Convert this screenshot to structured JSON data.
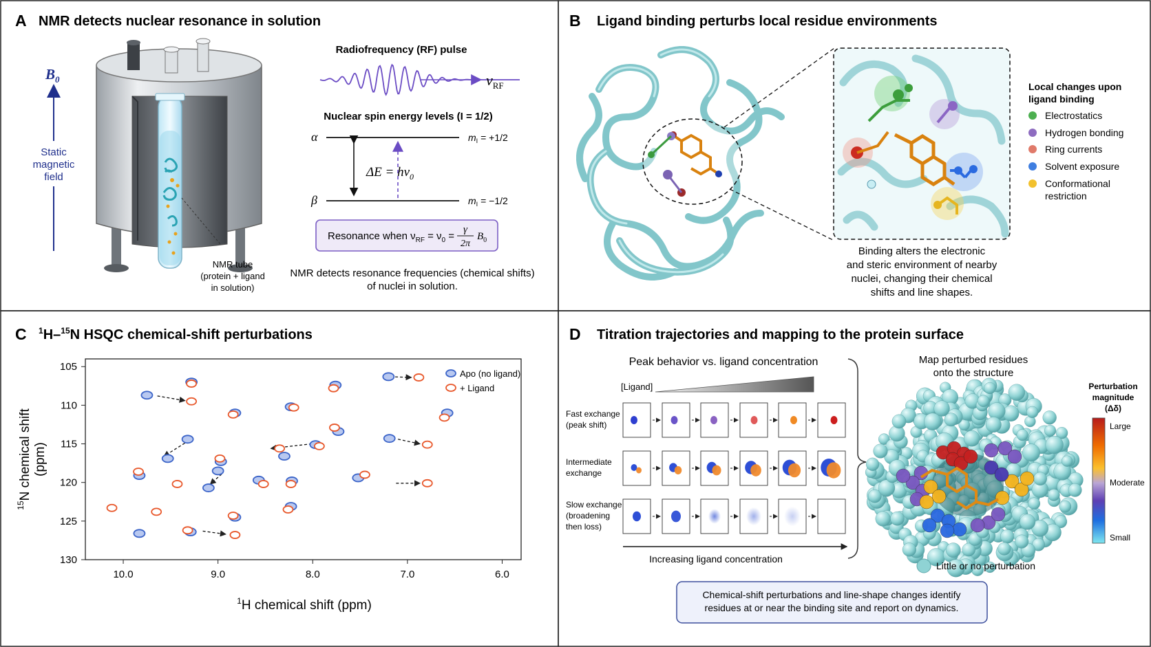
{
  "panelA": {
    "letter": "A",
    "title": "NMR detects nuclear resonance in solution",
    "b0": "B",
    "b0_sub": "0",
    "field_label": [
      "Static",
      "magnetic",
      "field"
    ],
    "tube_label": [
      "NMR tube",
      "(protein + ligand",
      "in solution)"
    ],
    "rf_title": "Radiofrequency (RF) pulse",
    "nu_rf": "ν",
    "nu_rf_sub": "RF",
    "spin_title": "Nuclear spin energy levels (I = 1/2)",
    "alpha": "α",
    "beta": "β",
    "m_plus": "m",
    "m_plus_sub": "I",
    "m_plus_val": " = +1/2",
    "m_minus": "m",
    "m_minus_sub": "I",
    "m_minus_val": " = −1/2",
    "delta_e": "ΔE = hν",
    "delta_e_sub": "0",
    "resonance_lead": "Resonance when ν",
    "resonance_sub1": "RF",
    "resonance_mid": " = ν",
    "resonance_sub2": "0",
    "resonance_eq": " =",
    "gamma": "γ",
    "two_pi": "2π",
    "b0_eq": "B",
    "b0_eq_sub": "0",
    "caption": [
      "NMR detects resonance frequencies (chemical shifts)",
      "of nuclei in solution."
    ]
  },
  "panelB": {
    "letter": "B",
    "title": "Ligand binding perturbs local residue environments",
    "legend_title": [
      "Local changes upon",
      "ligand binding"
    ],
    "legend": [
      {
        "label": "Electrostatics",
        "color": "#4caf50"
      },
      {
        "label": "Hydrogen bonding",
        "color": "#8e6cc0"
      },
      {
        "label": "Ring currents",
        "color": "#e07a6a"
      },
      {
        "label": "Solvent exposure",
        "color": "#3f7ee0"
      },
      {
        "label": "Conformational",
        "label2": "restriction",
        "color": "#f2c12e"
      }
    ],
    "caption": [
      "Binding alters the electronic",
      "and steric environment of nearby",
      "nuclei, changing their chemical",
      "shifts and line shapes."
    ]
  },
  "panelC": {
    "letter": "C",
    "title_sup1": "1",
    "title_h": "H–",
    "title_sup2": "15",
    "title_rest": "N HSQC chemical-shift perturbations",
    "legend": [
      {
        "label": "Apo (no ligand)",
        "color": "#3a63c8"
      },
      {
        "label": "+ Ligand",
        "color": "#e8572a"
      }
    ],
    "xlabel_sup": "1",
    "xlabel": "H chemical shift (ppm)",
    "ylabel_sup": "15",
    "ylabel": "N chemical shift",
    "ylabel2": "(ppm)"
  },
  "panelD": {
    "letter": "D",
    "title": "Titration trajectories and mapping to the protein surface",
    "peak_title": "Peak behavior vs. ligand concentration",
    "ligand_label": "[Ligand]",
    "rows": [
      {
        "label": [
          "Fast exchange",
          "(peak shift)"
        ]
      },
      {
        "label": [
          "Intermediate",
          "exchange"
        ]
      },
      {
        "label": [
          "Slow exchange",
          "(broadening",
          "then loss)"
        ]
      }
    ],
    "increasing": "Increasing ligand concentration",
    "map_title": [
      "Map perturbed residues",
      "onto the structure"
    ],
    "scale_title": [
      "Perturbation",
      "magnitude",
      "(Δδ)"
    ],
    "scale_labels": [
      "Large",
      "Moderate",
      "Small"
    ],
    "little": "Little or no perturbation",
    "caption": [
      "Chemical-shift perturbations and line-shape changes identify",
      "residues at or near the binding site and report on dynamics."
    ]
  },
  "chart_data": {
    "type": "scatter",
    "title": "",
    "xlabel": "1H chemical shift (ppm)",
    "ylabel": "15N chemical shift (ppm)",
    "xlim": [
      10.4,
      5.8
    ],
    "ylim": [
      104,
      130
    ],
    "x_ticks": [
      10.0,
      9.0,
      8.0,
      7.0,
      6.0
    ],
    "y_ticks": [
      105,
      110,
      115,
      120,
      125,
      130
    ],
    "x_inverted": true,
    "y_inverted": true,
    "legend_position": "top-right",
    "series": [
      {
        "name": "Apo (no ligand)",
        "color": "#3a63c8",
        "points": [
          [
            9.75,
            108.7
          ],
          [
            9.28,
            107.0
          ],
          [
            8.82,
            111.0
          ],
          [
            8.23,
            110.2
          ],
          [
            7.76,
            107.4
          ],
          [
            7.2,
            106.3
          ],
          [
            6.58,
            111.0
          ],
          [
            9.32,
            114.4
          ],
          [
            9.53,
            116.9
          ],
          [
            9.1,
            120.7
          ],
          [
            9.0,
            118.5
          ],
          [
            8.3,
            116.6
          ],
          [
            7.97,
            115.1
          ],
          [
            7.73,
            113.4
          ],
          [
            7.19,
            114.3
          ],
          [
            9.83,
            119.1
          ],
          [
            8.57,
            119.7
          ],
          [
            8.22,
            119.8
          ],
          [
            7.52,
            119.4
          ],
          [
            9.29,
            126.4
          ],
          [
            8.82,
            124.5
          ],
          [
            8.23,
            123.1
          ],
          [
            9.83,
            126.6
          ],
          [
            8.97,
            117.3
          ]
        ]
      },
      {
        "name": "+ Ligand",
        "color": "#e8572a",
        "points": [
          [
            9.28,
            109.5
          ],
          [
            9.28,
            107.2
          ],
          [
            8.84,
            111.2
          ],
          [
            8.2,
            110.3
          ],
          [
            7.78,
            107.8
          ],
          [
            6.88,
            106.4
          ],
          [
            6.61,
            111.6
          ],
          [
            7.77,
            112.9
          ],
          [
            7.93,
            115.3
          ],
          [
            8.35,
            115.6
          ],
          [
            6.79,
            115.1
          ],
          [
            9.84,
            118.6
          ],
          [
            8.98,
            116.9
          ],
          [
            9.43,
            120.2
          ],
          [
            8.52,
            120.2
          ],
          [
            8.23,
            120.2
          ],
          [
            7.45,
            119.0
          ],
          [
            6.79,
            120.1
          ],
          [
            10.12,
            123.3
          ],
          [
            9.65,
            123.8
          ],
          [
            8.84,
            124.3
          ],
          [
            8.26,
            123.5
          ],
          [
            9.32,
            126.2
          ],
          [
            8.82,
            126.8
          ]
        ]
      }
    ],
    "arrows": [
      [
        9.64,
        108.8,
        9.35,
        109.4
      ],
      [
        9.35,
        114.9,
        9.57,
        116.6
      ],
      [
        8.96,
        118.9,
        9.08,
        120.2
      ],
      [
        8.01,
        115.0,
        8.44,
        115.6
      ],
      [
        7.1,
        114.4,
        6.87,
        115.0
      ],
      [
        7.12,
        120.1,
        6.87,
        120.1
      ],
      [
        7.18,
        106.3,
        6.96,
        106.4
      ],
      [
        9.16,
        126.3,
        8.92,
        126.7
      ]
    ]
  }
}
